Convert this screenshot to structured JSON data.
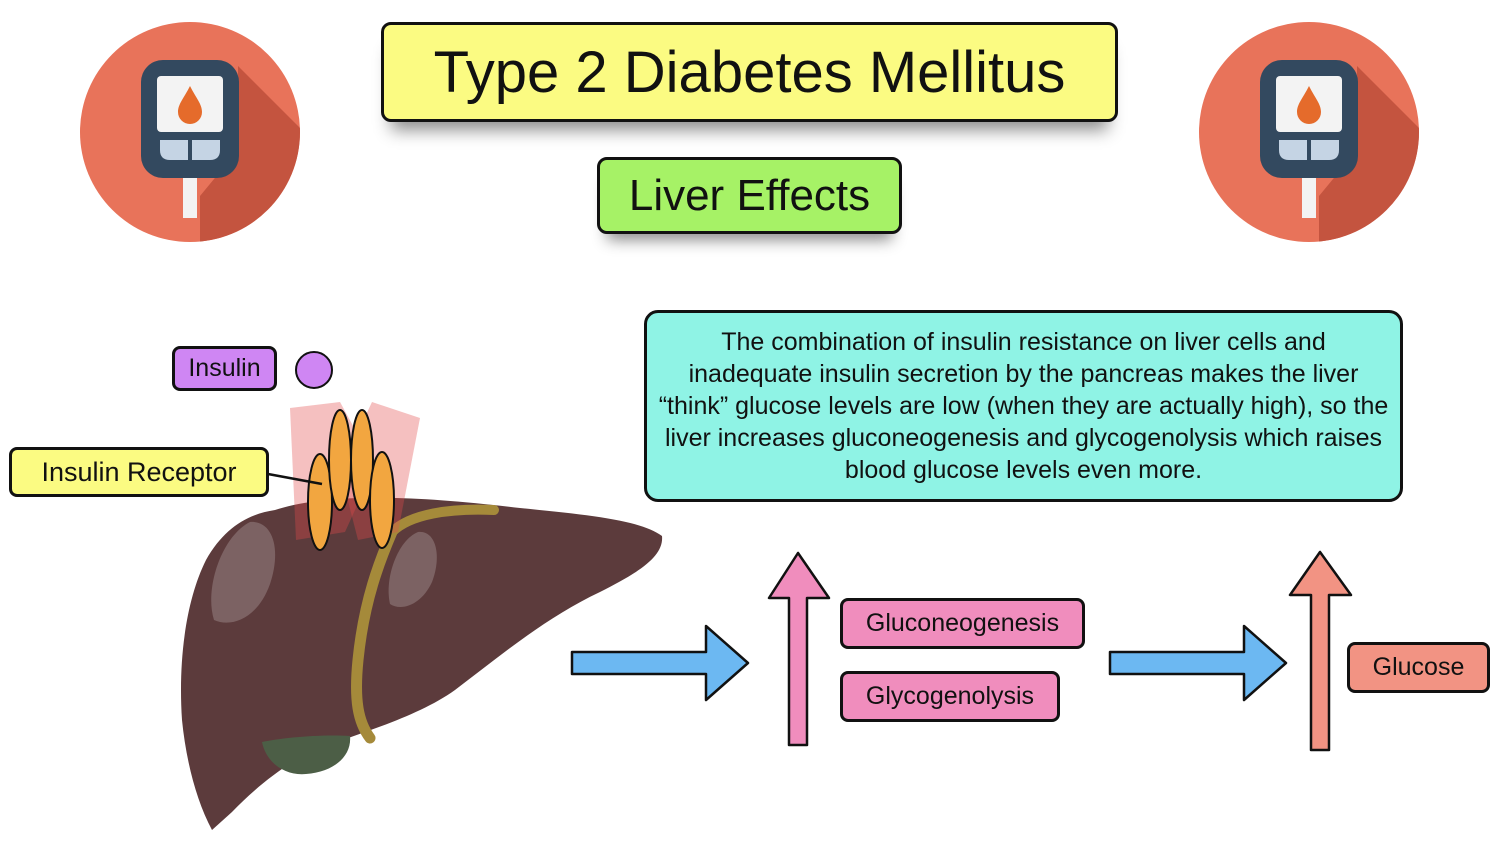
{
  "title": "Type 2 Diabetes Mellitus",
  "subtitle": "Liver Effects",
  "explanation": "The combination of insulin resistance on liver cells and inadequate insulin secretion by the pancreas makes the liver “think” glucose levels are low (when they are actually high), so the liver increases gluconeogenesis and glycogenolysis which raises blood glucose levels even more.",
  "labels": {
    "insulin": "Insulin",
    "insulin_receptor": "Insulin Receptor",
    "gluconeogenesis": "Gluconeogenesis",
    "glycogenolysis": "Glycogenolysis",
    "glucose": "Glucose"
  },
  "icons": {
    "left": "glucose-meter-icon",
    "right": "glucose-meter-icon"
  },
  "colors": {
    "title_bg": "#fbfb82",
    "subtitle_bg": "#a6f266",
    "info_bg": "#8ff3e5",
    "insulin_bg": "#cf86f3",
    "process_bg": "#f08dbd",
    "glucose_bg": "#f29383",
    "arrow_blue": "#6cb8f2",
    "liver": "#5c3b3c",
    "icon_circle": "#e8735a"
  }
}
